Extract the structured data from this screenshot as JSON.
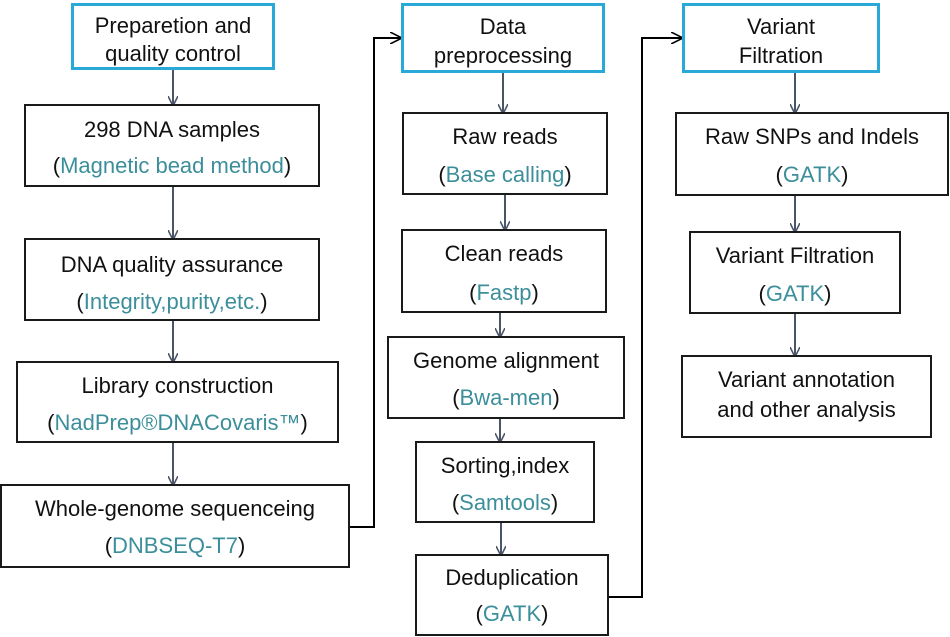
{
  "columns": [
    {
      "header": [
        "Preparetion and",
        "quality control"
      ],
      "steps": [
        {
          "label": "298 DNA samples",
          "tool": "Magnetic bead method"
        },
        {
          "label": "DNA quality assurance",
          "tool": "Integrity,purity,etc."
        },
        {
          "label": "Library construction",
          "tool": "NadPrep®DNACovaris™"
        },
        {
          "label": "Whole-genome sequenceing",
          "tool": "DNBSEQ-T7"
        }
      ]
    },
    {
      "header": [
        "Data",
        "preprocessing"
      ],
      "steps": [
        {
          "label": "Raw reads",
          "tool": "Base calling"
        },
        {
          "label": "Clean reads",
          "tool": "Fastp"
        },
        {
          "label": "Genome alignment",
          "tool": "Bwa-men"
        },
        {
          "label": "Sorting,index",
          "tool": "Samtools"
        },
        {
          "label": "Deduplication",
          "tool": "GATK"
        }
      ]
    },
    {
      "header": [
        "Variant",
        "Filtration"
      ],
      "steps": [
        {
          "label": "Raw SNPs and Indels",
          "tool": "GATK"
        },
        {
          "label": "Variant Filtration",
          "tool": "GATK"
        },
        {
          "label": "Variant annotation",
          "label2": "and other analysis"
        }
      ]
    }
  ],
  "colors": {
    "header_border": "#29a9d8",
    "tool_text": "#3c8f9a",
    "arrow": "#4a5568",
    "connector": "#000000"
  }
}
